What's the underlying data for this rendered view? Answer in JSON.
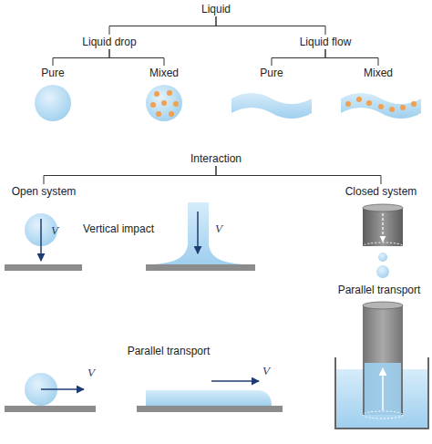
{
  "diagram": {
    "nodes": [
      {
        "text": [
          "Liquid"
        ]
      },
      {
        "text": [
          "Liquid drop"
        ]
      },
      {
        "text": [
          "Liquid flow"
        ]
      },
      {
        "text": [
          "Pure"
        ]
      },
      {
        "text": [
          "Mixed"
        ]
      },
      {
        "text": [
          "Pure"
        ]
      },
      {
        "text": [
          "Mixed"
        ]
      },
      {
        "text": [
          "Interaction"
        ]
      },
      {
        "text": [
          "Open system"
        ]
      },
      {
        "text": [
          "Closed system"
        ]
      }
    ],
    "edges": [
      {
        "from": 0,
        "to": 1,
        "arrow": "none"
      },
      {
        "from": 0,
        "to": 2,
        "arrow": "none"
      },
      {
        "from": 1,
        "to": 3,
        "arrow": "none"
      },
      {
        "from": 1,
        "to": 4,
        "arrow": "none"
      },
      {
        "from": 2,
        "to": 5,
        "arrow": "none"
      },
      {
        "from": 2,
        "to": 6,
        "arrow": "none"
      },
      {
        "from": 7,
        "to": 8,
        "arrow": "none"
      },
      {
        "from": 7,
        "to": 9,
        "arrow": "none"
      }
    ],
    "labels": [
      "V",
      "Vertical impact",
      "V",
      "Parallel transport",
      "Parallel transport",
      "V",
      "V"
    ]
  }
}
